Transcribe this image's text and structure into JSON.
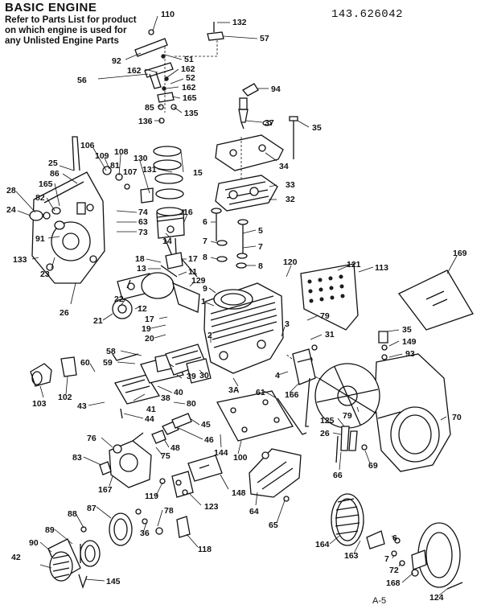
{
  "header": {
    "title": "BASIC ENGINE",
    "model": "143.626042",
    "note_lines": [
      "Refer to Parts List for product",
      "on which engine is used for",
      "any Unlisted Engine Parts"
    ]
  },
  "footer": {
    "page_label": "A-5"
  },
  "callouts": {
    "c110": "110",
    "c132": "132",
    "c57": "57",
    "c51": "51",
    "c92": "92",
    "c162a": "162",
    "c162b": "162",
    "c56": "56",
    "c52": "52",
    "c162c": "162",
    "c165a": "165",
    "c85": "85",
    "c135": "135",
    "c136": "136",
    "c94": "94",
    "c37": "37",
    "c35a": "35",
    "c34": "34",
    "c106": "106",
    "c109": "109",
    "c108": "108",
    "c130": "130",
    "c81": "81",
    "c107": "107",
    "c131": "131",
    "c15": "15",
    "c25": "25",
    "c86": "86",
    "c165b": "165",
    "c28": "28",
    "c82": "82",
    "c24": "24",
    "c33": "33",
    "c32": "32",
    "c74": "74",
    "c63": "63",
    "c73": "73",
    "c16": "16",
    "c14": "14",
    "c91": "91",
    "c6": "6",
    "c5": "5",
    "c7a": "7",
    "c7b": "7",
    "c8a": "8",
    "c8b": "8",
    "c18": "18",
    "c13": "13",
    "c17a": "17",
    "c11": "11",
    "c133": "133",
    "c23": "23",
    "c26a": "26",
    "c120": "120",
    "c121": "121",
    "c113": "113",
    "c169": "169",
    "c129": "129",
    "c9": "9",
    "c22": "22",
    "c12": "12",
    "c21": "21",
    "c17b": "17",
    "c19": "19",
    "c20": "20",
    "c79a": "79",
    "c3": "3",
    "c31": "31",
    "c2": "2",
    "c1": "1",
    "c35b": "35",
    "c149": "149",
    "c93": "93",
    "c58": "58",
    "c59": "59",
    "c60": "60",
    "c39": "39",
    "c30": "30",
    "c4": "4",
    "c166": "166",
    "c103": "103",
    "c102": "102",
    "c40": "40",
    "c38": "38",
    "c43": "43",
    "c41": "41",
    "c80": "80",
    "c3A": "3A",
    "c61": "61",
    "c44": "44",
    "c79b": "79",
    "c70": "70",
    "c45": "45",
    "c46": "46",
    "c125": "125",
    "c26b": "26",
    "c76": "76",
    "c48": "48",
    "c75": "75",
    "c144": "144",
    "c100": "100",
    "c66": "66",
    "c69": "69",
    "c83": "83",
    "c167": "167",
    "c148": "148",
    "c119": "119",
    "c123": "123",
    "c64": "64",
    "c88": "88",
    "c87": "87",
    "c78": "78",
    "c36": "36",
    "c65": "65",
    "c89": "89",
    "c118": "118",
    "c90": "90",
    "c164": "164",
    "c163": "163",
    "c6b": "6",
    "c42": "42",
    "c7c": "7",
    "c72": "72",
    "c124": "124",
    "c168": "168",
    "c145": "145"
  }
}
